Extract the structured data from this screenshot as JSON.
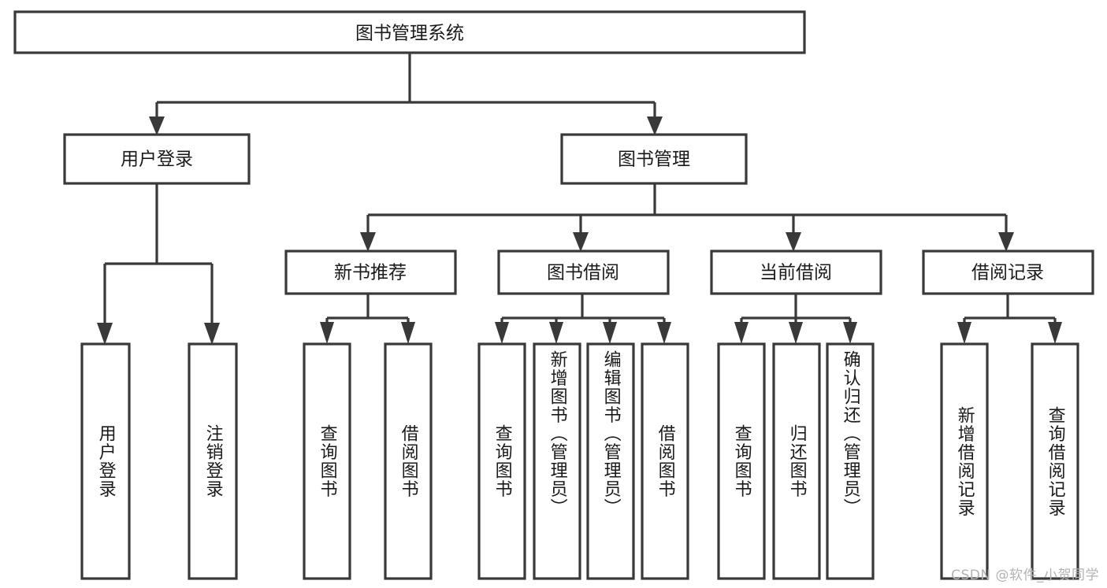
{
  "diagram": {
    "type": "tree",
    "title": "图书管理系统",
    "watermark": "CSDN @软件_小贺同学",
    "colors": {
      "box_stroke": "#393939",
      "box_fill": "#ffffff",
      "text": "#1a1a1a",
      "background": "#ffffff",
      "watermark": "#b3b3b3"
    },
    "root": {
      "label": "图书管理系统"
    },
    "level2": [
      {
        "label": "用户登录"
      },
      {
        "label": "图书管理"
      }
    ],
    "level3": [
      {
        "label": "新书推荐"
      },
      {
        "label": "图书借阅"
      },
      {
        "label": "当前借阅"
      },
      {
        "label": "借阅记录"
      }
    ],
    "leaves": {
      "user_login": [
        {
          "label": "用户登录"
        },
        {
          "label": "注销登录"
        }
      ],
      "new_book_recommend": [
        {
          "label": "查询图书"
        },
        {
          "label": "借阅图书"
        }
      ],
      "book_borrow": [
        {
          "label": "查询图书"
        },
        {
          "label": "新增图书（管理员）"
        },
        {
          "label": "编辑图书（管理员）"
        },
        {
          "label": "借阅图书"
        }
      ],
      "current_borrow": [
        {
          "label": "查询图书"
        },
        {
          "label": "归还图书"
        },
        {
          "label": "确认归还（管理员）"
        }
      ],
      "borrow_record": [
        {
          "label": "新增借阅记录"
        },
        {
          "label": "查询借阅记录"
        }
      ]
    }
  }
}
